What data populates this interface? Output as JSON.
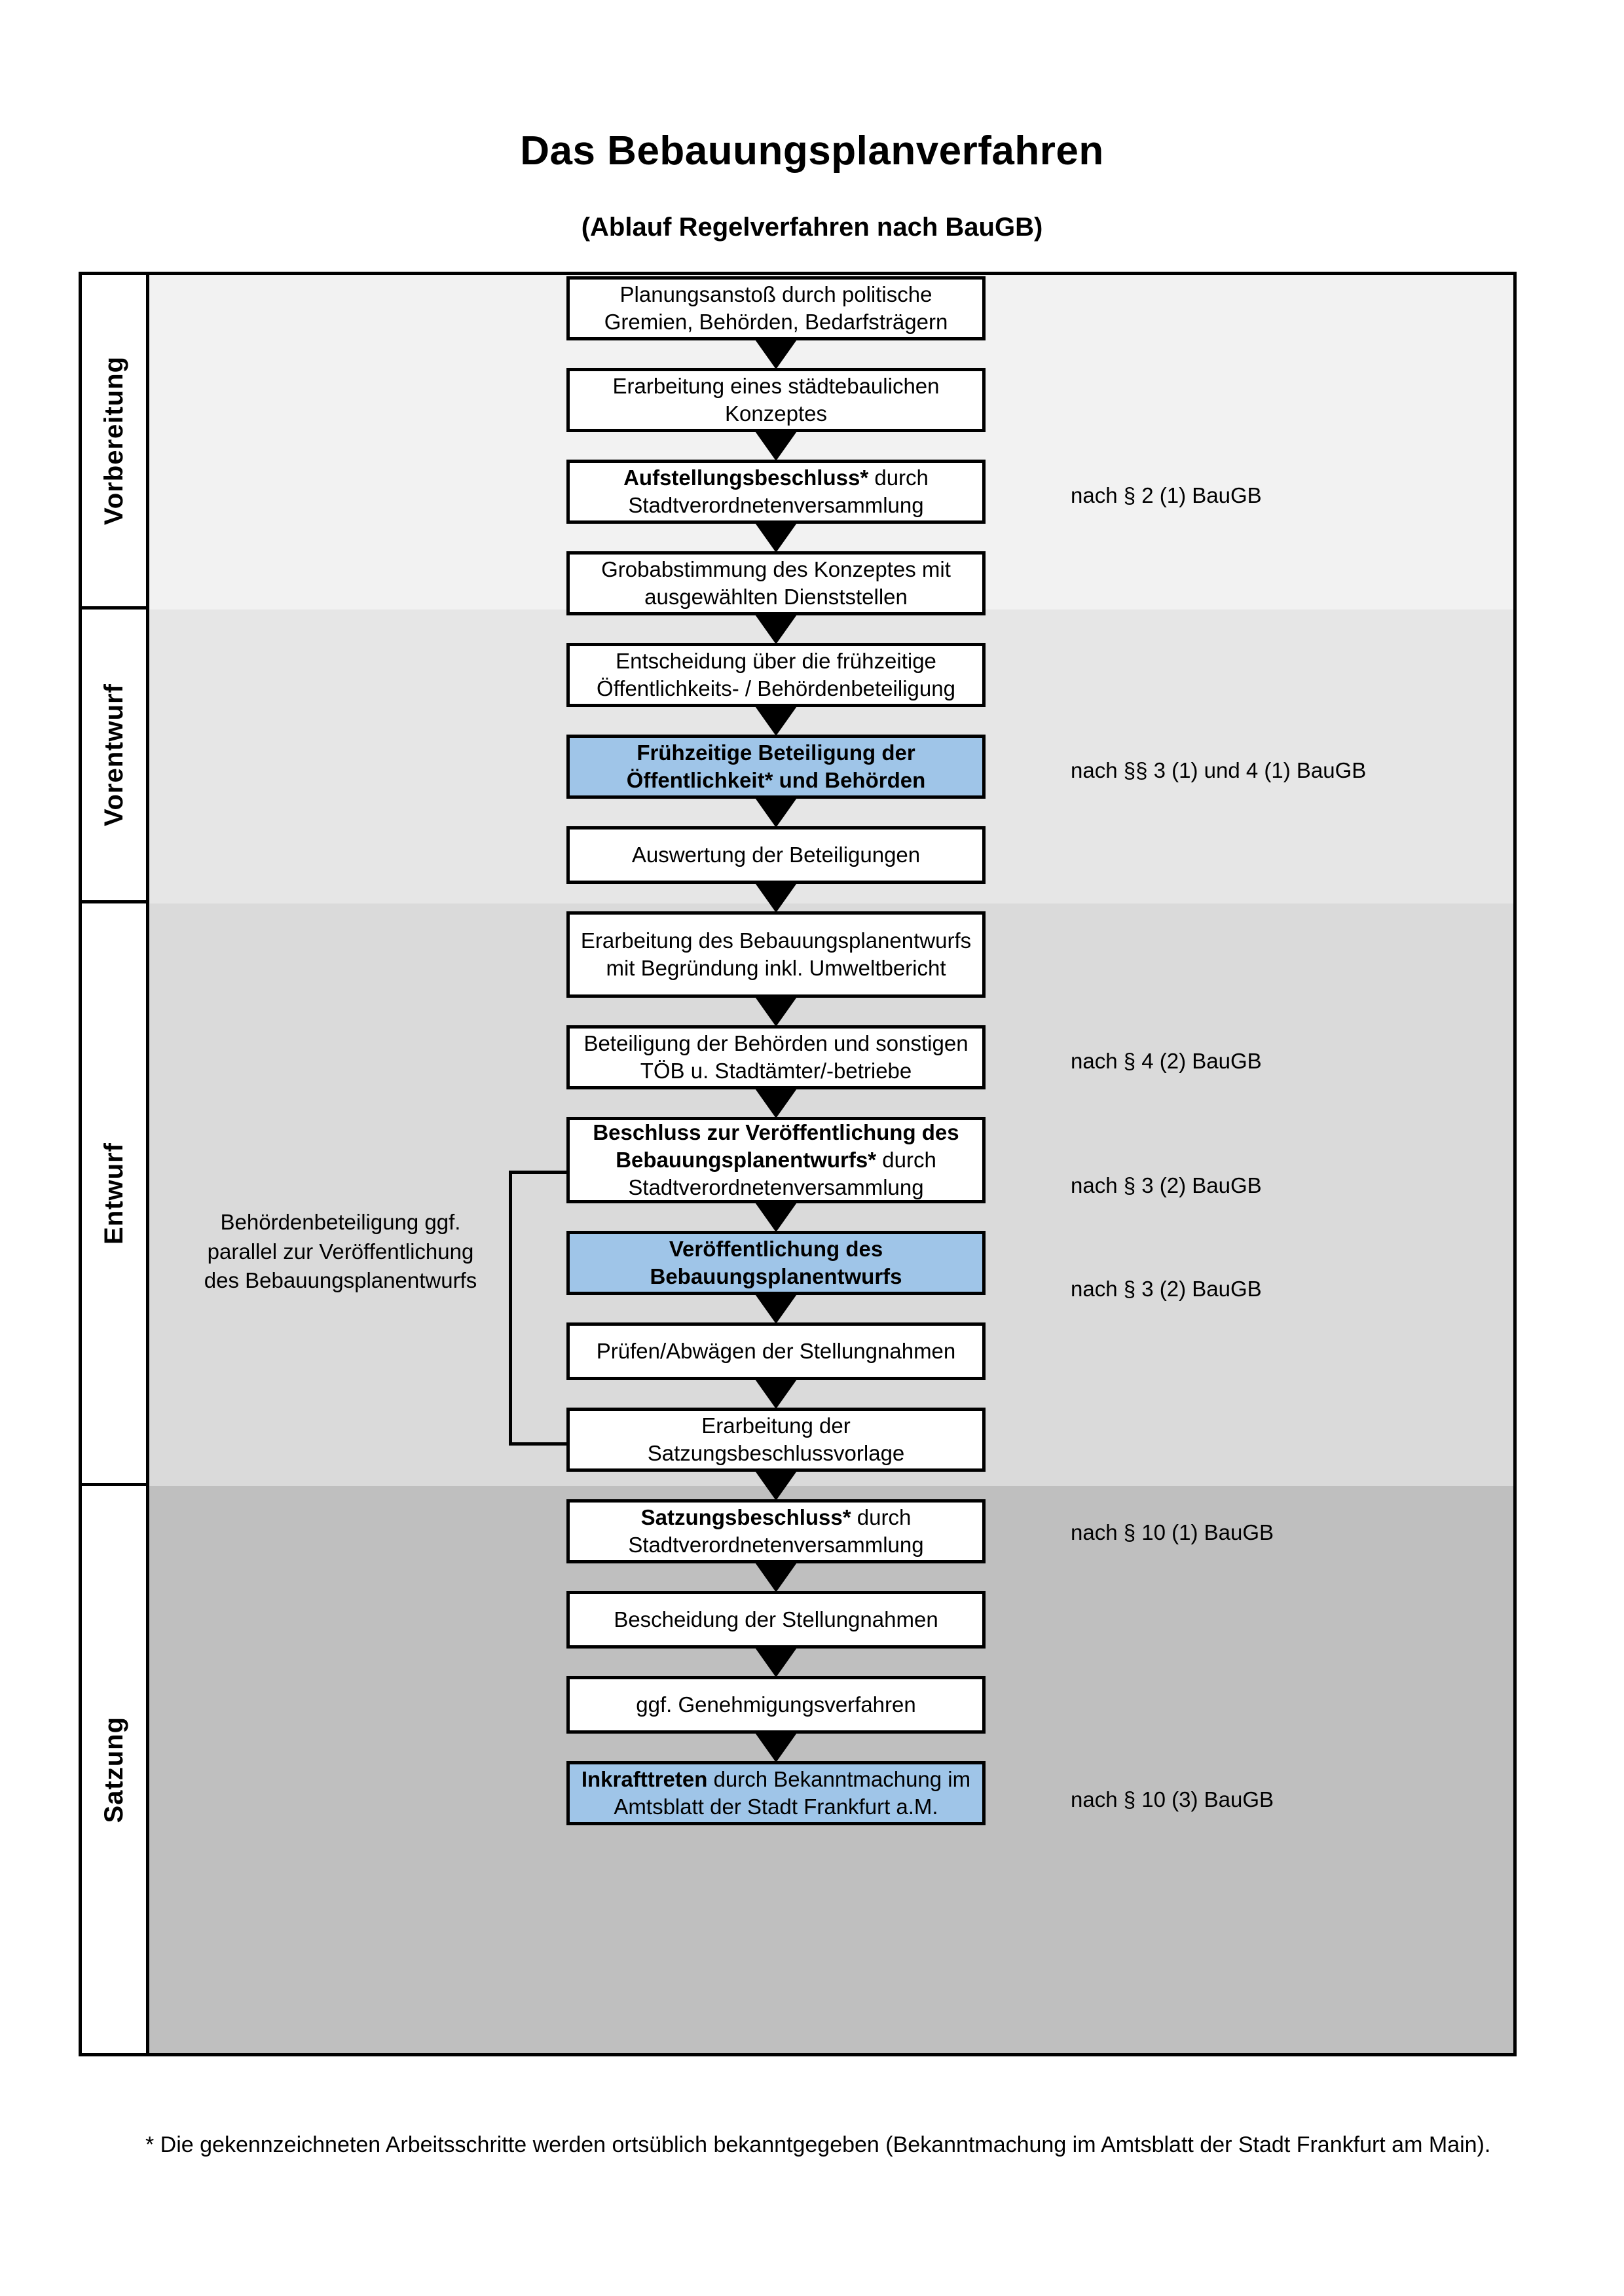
{
  "document": {
    "title": "Das Bebauungsplanverfahren",
    "subtitle": "(Ablauf Regelverfahren nach BauGB)",
    "footnote": "* Die gekennzeichneten Arbeitsschritte werden ortsüblich bekanntgegeben (Bekanntmachung im Amtsblatt  der Stadt Frankfurt am Main)."
  },
  "colors": {
    "highlight_blue": "#9FC5E8",
    "band_vorbereitung": "#F2F2F2",
    "band_vorentwurf": "#E6E6E6",
    "band_entwurf": "#DADADA",
    "band_satzung": "#BFBFBF",
    "outline": "#000000",
    "box_fill": "#FFFFFF"
  },
  "phases": [
    {
      "label": "Vorbereitung"
    },
    {
      "label": "Vorentwurf"
    },
    {
      "label": "Entwurf"
    },
    {
      "label": "Satzung"
    }
  ],
  "steps": [
    {
      "id": "planungsanstoss",
      "text": "Planungsanstoß durch politische Gremien, Behörden, Bedarfsträgern",
      "bold_prefix": "",
      "highlight": false
    },
    {
      "id": "staedtebauliches-konzept",
      "text": "Erarbeitung eines städtebaulichen Konzeptes",
      "bold_prefix": "",
      "highlight": false
    },
    {
      "id": "aufstellungsbeschluss",
      "text": " durch Stadtverordnetenversammlung",
      "bold_prefix": "Aufstellungsbeschluss*",
      "highlight": false
    },
    {
      "id": "grobabstimmung",
      "text": "Grobabstimmung des Konzeptes mit ausgewählten Dienststellen",
      "bold_prefix": "",
      "highlight": false
    },
    {
      "id": "entscheidung-fruehzeitige",
      "text": "Entscheidung über die frühzeitige Öffentlichkeits- / Behördenbeteiligung",
      "bold_prefix": "",
      "highlight": false
    },
    {
      "id": "fruehzeitige-beteiligung",
      "text": "",
      "bold_prefix": "Frühzeitige Beteiligung der Öffentlichkeit* und Behörden",
      "highlight": true
    },
    {
      "id": "auswertung-beteiligungen",
      "text": "Auswertung der Beteiligungen",
      "bold_prefix": "",
      "highlight": false
    },
    {
      "id": "erarbeitung-entwurf",
      "text": "Erarbeitung des Bebauungsplanentwurfs mit Begründung inkl. Umweltbericht",
      "bold_prefix": "",
      "highlight": false
    },
    {
      "id": "beteiligung-behoerden-toeb",
      "text": "Beteiligung der Behörden und sonstigen TÖB u. Stadtämter/-betriebe",
      "bold_prefix": "",
      "highlight": false
    },
    {
      "id": "beschluss-veroeffentlichung",
      "text": " durch Stadtverordnetenversammlung",
      "bold_prefix": "Beschluss zur Veröffentlichung des Bebauungsplanentwurfs*",
      "highlight": false
    },
    {
      "id": "veroeffentlichung-entwurf",
      "text": "",
      "bold_prefix": "Veröffentlichung des Bebauungsplanentwurfs",
      "highlight": true
    },
    {
      "id": "pruefen-abwaegen",
      "text": "Prüfen/Abwägen der Stellungnahmen",
      "bold_prefix": "",
      "highlight": false
    },
    {
      "id": "erarbeitung-satzungsvorlage",
      "text": "Erarbeitung der Satzungsbeschlussvorlage",
      "bold_prefix": "",
      "highlight": false
    },
    {
      "id": "satzungsbeschluss",
      "text": " durch Stadtverordnetenversammlung",
      "bold_prefix": "Satzungsbeschluss*",
      "highlight": false
    },
    {
      "id": "bescheidung-stellungnahmen",
      "text": "Bescheidung der Stellungnahmen",
      "bold_prefix": "",
      "highlight": false
    },
    {
      "id": "genehmigungsverfahren",
      "text": "ggf. Genehmigungsverfahren",
      "bold_prefix": "",
      "highlight": false
    },
    {
      "id": "inkrafttreten",
      "text": " durch Bekanntmachung im Amtsblatt der Stadt Frankfurt a.M.",
      "bold_prefix": "Inkrafttreten",
      "highlight": true
    }
  ],
  "legal_references": [
    {
      "id": "ref-aufstellungsbeschluss",
      "text": "nach § 2 (1) BauGB"
    },
    {
      "id": "ref-fruehzeitige-beteiligung",
      "text": "nach §§ 3 (1) und 4 (1) BauGB"
    },
    {
      "id": "ref-behoerdenbeteiligung",
      "text": "nach § 4 (2) BauGB"
    },
    {
      "id": "ref-beschluss-veroeffentlichung",
      "text": "nach § 3 (2) BauGB"
    },
    {
      "id": "ref-veroeffentlichung",
      "text": "nach § 3 (2) BauGB"
    },
    {
      "id": "ref-satzungsbeschluss",
      "text": "nach § 10 (1) BauGB"
    },
    {
      "id": "ref-inkrafttreten",
      "text": "nach § 10 (3) BauGB"
    }
  ],
  "side_note": {
    "text": "Behördenbeteiligung ggf. parallel zur Veröffentlichung des Bebauungsplanentwurfs"
  }
}
